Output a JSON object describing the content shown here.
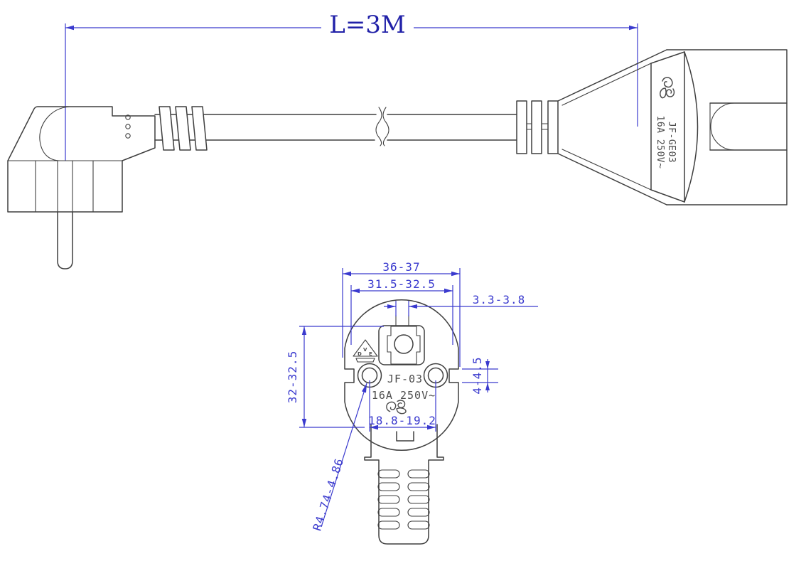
{
  "length_dimension": {
    "label": "L=3M"
  },
  "side_view": {
    "iec_connector": {
      "model": "JF-GE03",
      "rating": "16A 250V~"
    }
  },
  "face_view": {
    "model": "JF-03",
    "rating": "16A 250V~",
    "vde_mark": {
      "d": "D",
      "v": "V",
      "e": "E"
    },
    "dimensions": {
      "outer_width": "36-37",
      "across_flats_width": "31.5-32.5",
      "earth_slot_width": "3.3-3.8",
      "face_height": "32-32.5",
      "side_notch_height": "4-4.5",
      "pin_spacing": "18.8-19.2",
      "pin_radius": "R4.74-4.86"
    }
  },
  "colors": {
    "dimension": "#3a3ace",
    "outline": "#3f3f3f",
    "label": "#4d4d4d",
    "length": "#2121a8",
    "background": "#ffffff"
  }
}
